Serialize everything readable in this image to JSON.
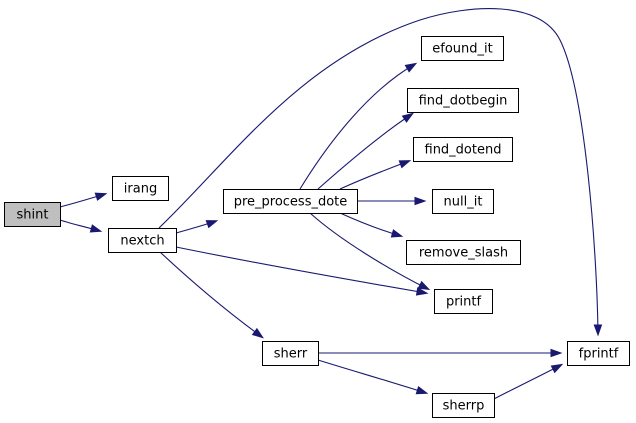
{
  "graph": {
    "colors": {
      "edge": "#191970",
      "node_fill": "#ffffff",
      "root_fill": "#bfbfbf",
      "border": "#000000"
    },
    "nodes": [
      {
        "id": "shint",
        "label": "shint",
        "root": true
      },
      {
        "id": "irang",
        "label": "irang"
      },
      {
        "id": "nextch",
        "label": "nextch"
      },
      {
        "id": "pre_process_dote",
        "label": "pre_process_dote"
      },
      {
        "id": "efound_it",
        "label": "efound_it"
      },
      {
        "id": "find_dotbegin",
        "label": "find_dotbegin"
      },
      {
        "id": "find_dotend",
        "label": "find_dotend"
      },
      {
        "id": "null_it",
        "label": "null_it"
      },
      {
        "id": "remove_slash",
        "label": "remove_slash"
      },
      {
        "id": "printf",
        "label": "printf"
      },
      {
        "id": "sherr",
        "label": "sherr"
      },
      {
        "id": "sherrp",
        "label": "sherrp"
      },
      {
        "id": "fprintf",
        "label": "fprintf"
      }
    ],
    "edges": [
      {
        "from": "shint",
        "to": "irang"
      },
      {
        "from": "shint",
        "to": "nextch"
      },
      {
        "from": "nextch",
        "to": "pre_process_dote"
      },
      {
        "from": "nextch",
        "to": "fprintf"
      },
      {
        "from": "nextch",
        "to": "printf"
      },
      {
        "from": "nextch",
        "to": "sherr"
      },
      {
        "from": "pre_process_dote",
        "to": "efound_it"
      },
      {
        "from": "pre_process_dote",
        "to": "find_dotbegin"
      },
      {
        "from": "pre_process_dote",
        "to": "find_dotend"
      },
      {
        "from": "pre_process_dote",
        "to": "null_it"
      },
      {
        "from": "pre_process_dote",
        "to": "remove_slash"
      },
      {
        "from": "pre_process_dote",
        "to": "printf"
      },
      {
        "from": "sherr",
        "to": "fprintf"
      },
      {
        "from": "sherr",
        "to": "sherrp"
      },
      {
        "from": "sherrp",
        "to": "fprintf"
      }
    ]
  }
}
